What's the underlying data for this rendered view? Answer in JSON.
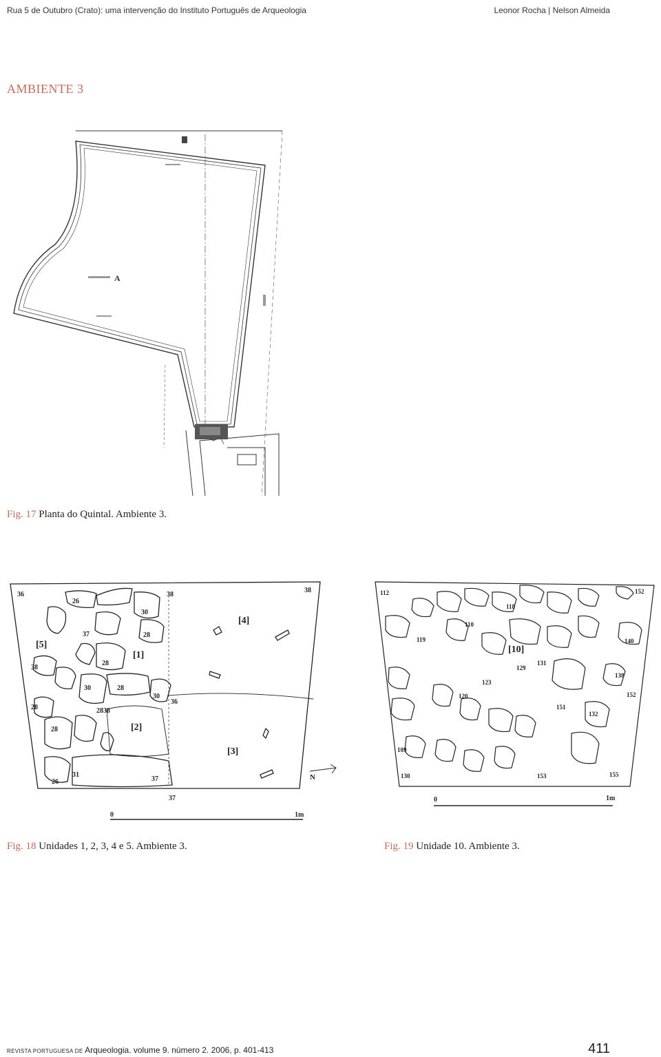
{
  "header": {
    "left": "Rua 5 de Outubro (Crato): uma intervenção do Instituto Português de Arqueologia",
    "right": "Leonor Rocha | Nelson Almeida"
  },
  "section_title": "AMBIENTE 3",
  "fig17": {
    "label": "Fig. 17",
    "text": "Planta do Quintal. Ambiente 3.",
    "plan_label": "A"
  },
  "fig18": {
    "label": "Fig. 18",
    "text": "Unidades 1, 2, 3, 4 e 5. Ambiente 3.",
    "units": [
      "[1]",
      "[2]",
      "[3]",
      "[4]",
      "[5]"
    ],
    "numbers": [
      "36",
      "26",
      "38",
      "38",
      "30",
      "37",
      "28",
      "28",
      "38",
      "28",
      "30",
      "28",
      "30",
      "36",
      "38",
      "28",
      "28",
      "31",
      "37",
      "26",
      "37"
    ],
    "north": "N",
    "scale_start": "0",
    "scale_end": "1m"
  },
  "fig19": {
    "label": "Fig. 19",
    "text": "Unidade 10. Ambiente 3.",
    "unit": "[10]",
    "numbers": [
      "112",
      "152",
      "118",
      "110",
      "119",
      "140",
      "129",
      "131",
      "123",
      "120",
      "138",
      "152",
      "151",
      "132",
      "109",
      "130",
      "153",
      "155"
    ],
    "scale_start": "0",
    "scale_end": "1m"
  },
  "footer": {
    "journal_small": "REVISTA PORTUGUESA DE",
    "journal_rest": "Arqueologia. volume 9. número 2. 2006, p. 401-413",
    "page": "411"
  }
}
